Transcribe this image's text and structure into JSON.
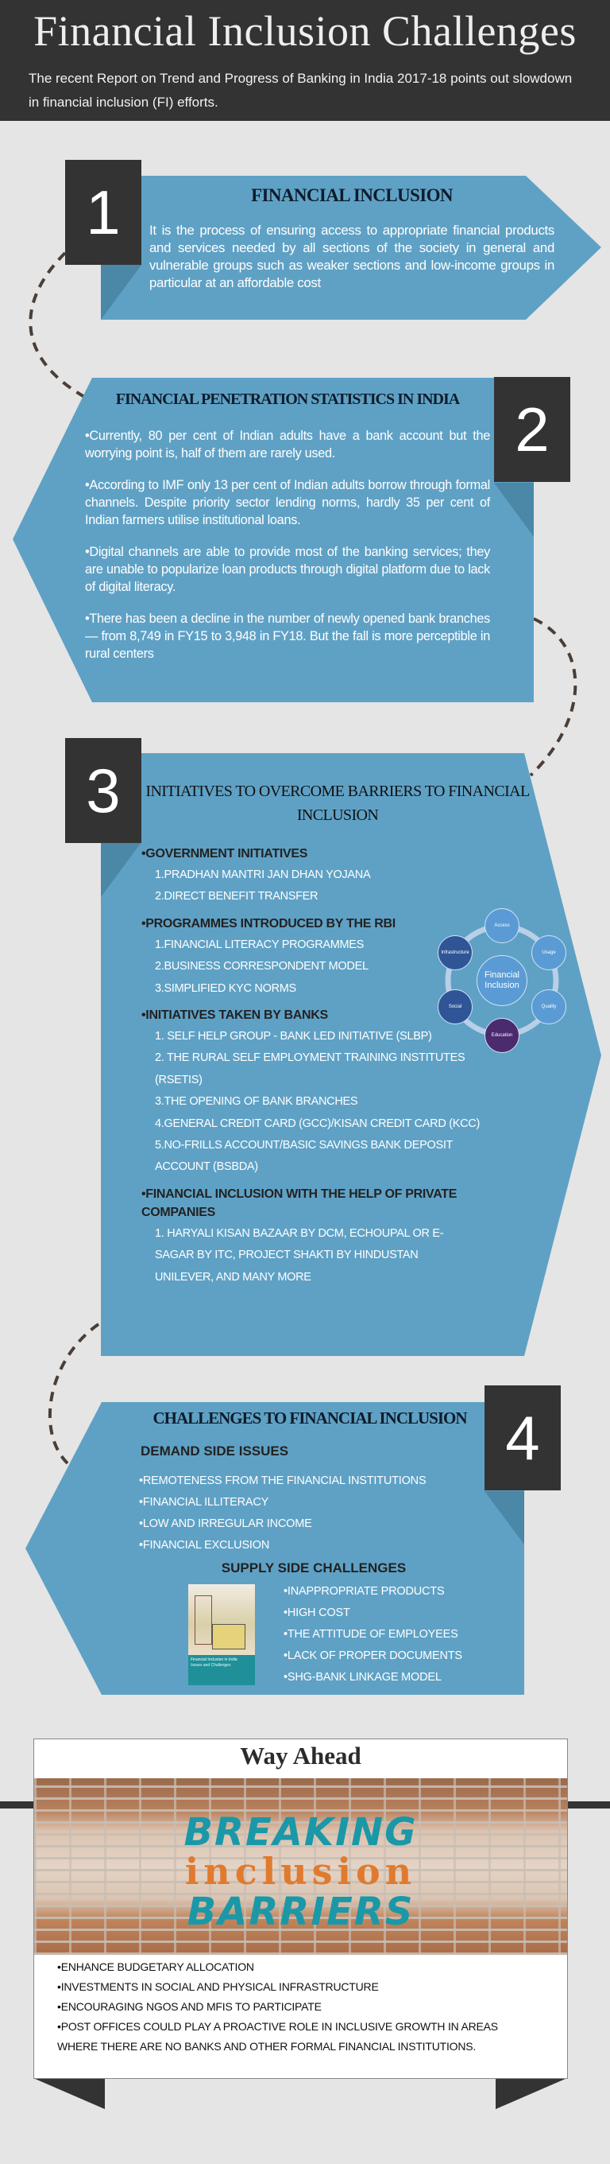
{
  "header": {
    "title": "Financial Inclusion Challenges",
    "subtitle": "The recent Report on Trend and Progress of Banking in India 2017-18 points out slowdown in financial inclusion (FI) efforts."
  },
  "colors": {
    "background": "#e5e5e5",
    "dark": "#333333",
    "panel_blue": "#5fa1c5",
    "fold_blue": "#4b87a6",
    "heading": "#0e1c2b",
    "connector": "#4a3f38"
  },
  "section1": {
    "number": "1",
    "heading": "FINANCIAL INCLUSION",
    "text": "It is the process of ensuring access to appropriate financial products and services needed by all sections of the society in general and vulnerable groups such as weaker sections and low-income groups in particular at an affordable cost"
  },
  "section2": {
    "number": "2",
    "heading": "FINANCIAL PENETRATION STATISTICS IN INDIA",
    "bullets": [
      "•Currently, 80 per cent of Indian adults have a bank account but the worrying point is, half of them are rarely used.",
      "•According to IMF only 13 per cent of Indian adults borrow through formal channels. Despite priority sector lending norms, hardly 35 per cent of Indian farmers utilise institutional loans.",
      "•Digital channels are able to provide most of the banking services; they are unable to popularize loan products through digital platform due to lack of digital literacy.",
      "•There has been a decline in the number of newly opened bank branches — from 8,749 in FY15 to 3,948 in FY18. But the fall is more perceptible in rural centers"
    ]
  },
  "section3": {
    "number": "3",
    "heading": "INITIATIVES TO OVERCOME BARRIERS TO FINANCIAL INCLUSION",
    "groups": [
      {
        "title": "•GOVERNMENT INITIATIVES",
        "items": [
          "1.PRADHAN MANTRI JAN DHAN YOJANA",
          "2.DIRECT BENEFIT TRANSFER"
        ]
      },
      {
        "title": "•PROGRAMMES INTRODUCED BY THE RBI",
        "items": [
          "1.FINANCIAL LITERACY PROGRAMMES",
          "2.BUSINESS CORRESPONDENT MODEL",
          "3.SIMPLIFIED KYC NORMS"
        ]
      },
      {
        "title": "•INITIATIVES TAKEN BY BANKS",
        "items": [
          "1. SELF HELP GROUP - BANK LED INITIATIVE (SLBP)",
          "2. THE RURAL SELF EMPLOYMENT TRAINING INSTITUTES (RSETIS)",
          "3.THE OPENING OF BANK BRANCHES",
          "4.GENERAL CREDIT CARD (GCC)/KISAN CREDIT CARD (KCC)",
          "5.NO-FRILLS ACCOUNT/BASIC SAVINGS BANK DEPOSIT ACCOUNT (BSBDA)"
        ]
      },
      {
        "title": "•FINANCIAL INCLUSION WITH THE HELP OF PRIVATE COMPANIES",
        "items": [
          "1. HARYALI KISAN BAZAAR BY DCM, ECHOUPAL OR E- SAGAR BY ITC, PROJECT SHAKTI BY HINDUSTAN UNILEVER, AND MANY MORE"
        ]
      }
    ],
    "diagram": {
      "center": "Financial Inclusion",
      "nodes": [
        {
          "label": "Access",
          "color": "#5b9bd5"
        },
        {
          "label": "Usage",
          "color": "#5b9bd5"
        },
        {
          "label": "Quality",
          "color": "#5b9bd5"
        },
        {
          "label": "Education",
          "color": "#4b2a6e"
        },
        {
          "label": "Social",
          "color": "#2f5597"
        },
        {
          "label": "Infrastructure",
          "color": "#2f5597"
        }
      ]
    }
  },
  "section4": {
    "number": "4",
    "heading": "CHALLENGES TO FINANCIAL INCLUSION",
    "demand_title": "DEMAND SIDE ISSUES",
    "demand_items": [
      "•REMOTENESS FROM THE FINANCIAL INSTITUTIONS",
      "•FINANCIAL ILLITERACY",
      "•LOW AND IRREGULAR INCOME",
      "•FINANCIAL EXCLUSION"
    ],
    "supply_title": "SUPPLY SIDE CHALLENGES",
    "supply_items": [
      "•INAPPROPRIATE PRODUCTS",
      "•HIGH COST",
      "•THE ATTITUDE OF EMPLOYEES",
      "•LACK OF PROPER DOCUMENTS",
      "•SHG-BANK LINKAGE MODEL"
    ],
    "book": {
      "title": "Financial Inclusion in India",
      "subtitle": "Issues and Challenges"
    }
  },
  "way_ahead": {
    "title": "Way Ahead",
    "banner": [
      "BREAKING",
      "inclusion",
      "BARRIERS"
    ],
    "items": [
      "•ENHANCE BUDGETARY ALLOCATION",
      "•INVESTMENTS IN SOCIAL AND PHYSICAL INFRASTRUCTURE",
      "•ENCOURAGING NGOS AND MFIS TO PARTICIPATE",
      "•POST OFFICES COULD PLAY A PROACTIVE ROLE IN INCLUSIVE GROWTH IN AREAS WHERE THERE ARE NO BANKS AND OTHER FORMAL FINANCIAL INSTITUTIONS."
    ]
  }
}
